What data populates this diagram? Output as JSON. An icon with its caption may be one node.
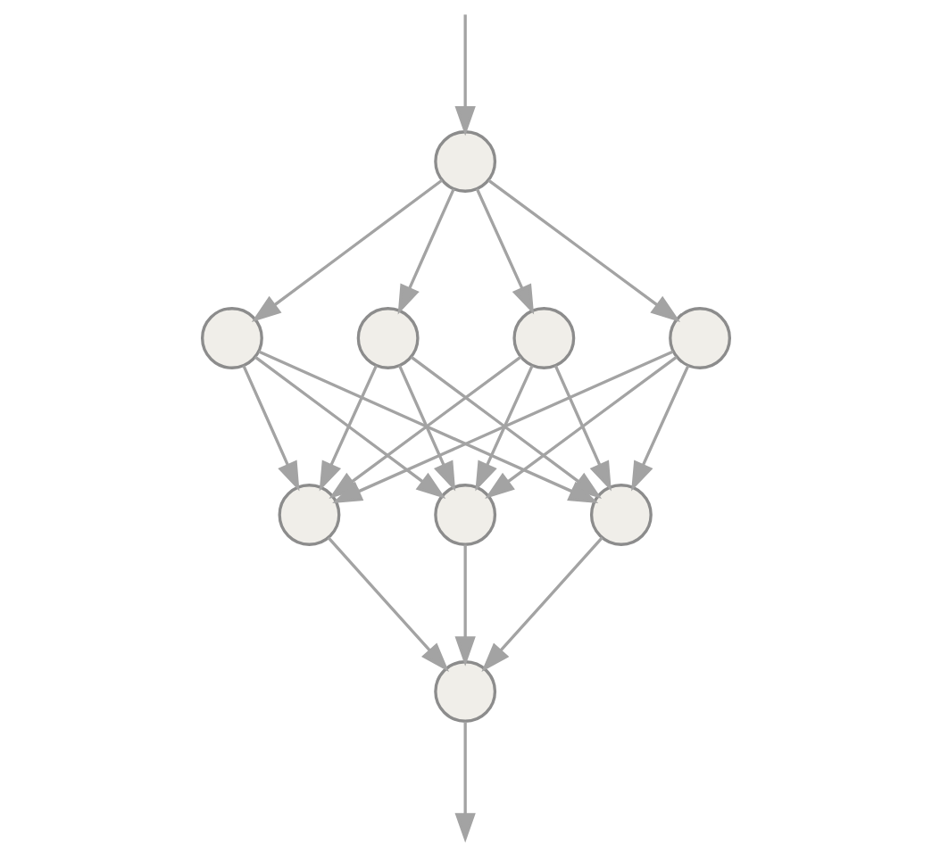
{
  "diagram": {
    "nodes": [
      {
        "text": [],
        "shape": "circle"
      },
      {
        "text": [],
        "shape": "circle"
      },
      {
        "text": [],
        "shape": "circle"
      },
      {
        "text": [],
        "shape": "circle"
      },
      {
        "text": [],
        "shape": "circle"
      },
      {
        "text": [],
        "shape": "circle"
      },
      {
        "text": [],
        "shape": "circle"
      },
      {
        "text": [],
        "shape": "circle"
      },
      {
        "text": [],
        "shape": "circle"
      }
    ],
    "edges": [
      {
        "from": null,
        "to": 0,
        "arrow": "to"
      },
      {
        "from": 0,
        "to": 1,
        "arrow": "to"
      },
      {
        "from": 0,
        "to": 2,
        "arrow": "to"
      },
      {
        "from": 0,
        "to": 3,
        "arrow": "to"
      },
      {
        "from": 0,
        "to": 4,
        "arrow": "to"
      },
      {
        "from": 1,
        "to": 5,
        "arrow": "to"
      },
      {
        "from": 1,
        "to": 6,
        "arrow": "to"
      },
      {
        "from": 1,
        "to": 7,
        "arrow": "to"
      },
      {
        "from": 2,
        "to": 5,
        "arrow": "to"
      },
      {
        "from": 2,
        "to": 6,
        "arrow": "to"
      },
      {
        "from": 2,
        "to": 7,
        "arrow": "to"
      },
      {
        "from": 3,
        "to": 5,
        "arrow": "to"
      },
      {
        "from": 3,
        "to": 6,
        "arrow": "to"
      },
      {
        "from": 3,
        "to": 7,
        "arrow": "to"
      },
      {
        "from": 4,
        "to": 5,
        "arrow": "to"
      },
      {
        "from": 4,
        "to": 6,
        "arrow": "to"
      },
      {
        "from": 4,
        "to": 7,
        "arrow": "to"
      },
      {
        "from": 5,
        "to": 8,
        "arrow": "to"
      },
      {
        "from": 6,
        "to": 8,
        "arrow": "to"
      },
      {
        "from": 7,
        "to": 8,
        "arrow": "to"
      },
      {
        "from": 8,
        "to": null,
        "arrow": "to"
      }
    ]
  }
}
